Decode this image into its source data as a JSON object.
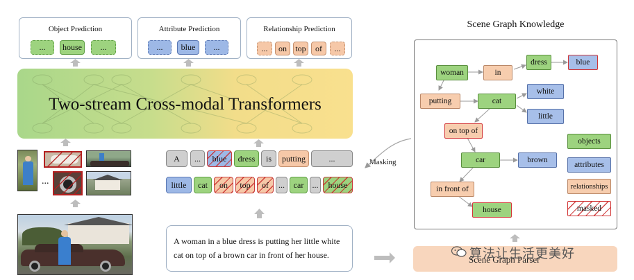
{
  "heads": {
    "object": {
      "title": "Object Prediction",
      "tokens": [
        "...",
        "house",
        "..."
      ]
    },
    "attribute": {
      "title": "Attribute Prediction",
      "tokens": [
        "...",
        "blue",
        "..."
      ]
    },
    "relationship": {
      "title": "Relationship Prediction",
      "tokens": [
        "...",
        "on",
        "top",
        "of",
        "..."
      ]
    }
  },
  "transformer": {
    "label": "Two-stream Cross-modal Transformers"
  },
  "sequence": {
    "row1": [
      "A",
      "...",
      "blue",
      "dress",
      "is",
      "putting",
      "..."
    ],
    "row2": [
      "little",
      "cat",
      "on",
      "top",
      "of",
      "...",
      "car",
      "...",
      "house"
    ]
  },
  "image_ellipsis": "...",
  "masking_label": "Masking",
  "caption": "A woman in a blue dress is putting her little white cat on top of a brown car in front of her house.",
  "scene_graph": {
    "title": "Scene Graph Knowledge",
    "nodes": {
      "woman": "woman",
      "in": "in",
      "dress": "dress",
      "blue": "blue",
      "putting": "putting",
      "cat": "cat",
      "white": "white",
      "little": "little",
      "on_top_of": "on top of",
      "car": "car",
      "brown": "brown",
      "in_front_of": "in front of",
      "house": "house"
    },
    "legend": {
      "objects": "objects",
      "attributes": "attributes",
      "relationships": "relationships",
      "masked": "masked"
    }
  },
  "parser": {
    "label": "Scene Graph Parser"
  },
  "watermark": "算法让生活更美好",
  "colors": {
    "object": "#9dd37f",
    "attribute": "#9db8e6",
    "relationship": "#f6c8a8",
    "mask": "#c83a3a",
    "transformer_left": "#b7da8c",
    "transformer_right": "#f7e08e",
    "parser": "#f8d6bd"
  }
}
